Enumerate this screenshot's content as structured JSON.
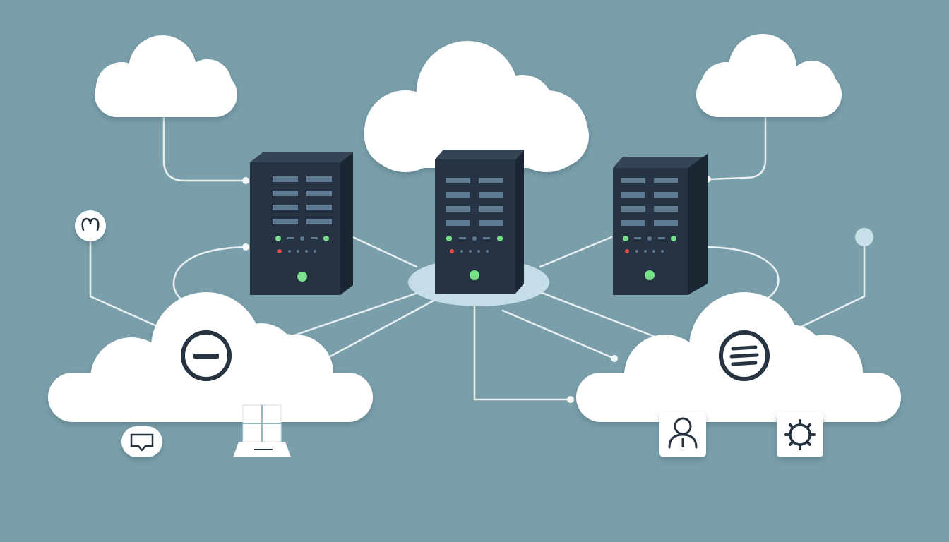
{
  "diagram": {
    "colors": {
      "background": "#7a9faa",
      "cloud": "#ffffff",
      "connector": "#e9f0f2",
      "server_body": "#253342",
      "server_side": "#1b2633",
      "server_top": "#344555",
      "server_slot": "#5f7b92",
      "led_green": "#7be38c",
      "led_red": "#e34b4b",
      "icon_stroke": "#263341",
      "hub_platform": "#c9e0ea"
    },
    "clouds": [
      {
        "id": "cloud-top-left"
      },
      {
        "id": "cloud-top-center"
      },
      {
        "id": "cloud-top-right"
      },
      {
        "id": "cloud-bottom-left",
        "icon": "minus-circle-icon"
      },
      {
        "id": "cloud-bottom-right",
        "icon": "menu-lines-icon"
      }
    ],
    "servers": [
      {
        "id": "server-left"
      },
      {
        "id": "server-center"
      },
      {
        "id": "server-right"
      }
    ],
    "endpoints": [
      {
        "id": "endpoint-chat",
        "icon": "chat-bubble-icon"
      },
      {
        "id": "endpoint-laptop",
        "icon": "laptop-icon"
      },
      {
        "id": "endpoint-user",
        "icon": "user-icon"
      },
      {
        "id": "endpoint-gear",
        "icon": "gear-icon"
      },
      {
        "id": "endpoint-link",
        "icon": "link-node-icon"
      },
      {
        "id": "endpoint-dot",
        "icon": "dot-node-icon"
      }
    ]
  }
}
